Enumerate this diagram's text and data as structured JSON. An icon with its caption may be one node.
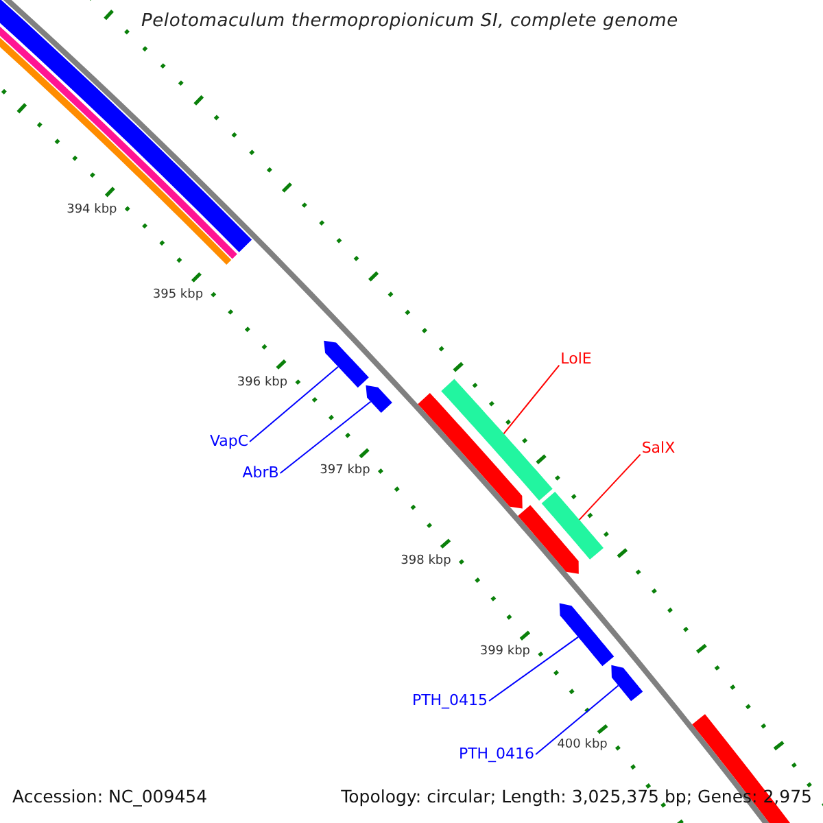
{
  "diagram": {
    "title": "Pelotomaculum thermopropionicum SI, complete genome",
    "nodes": [
      {
        "text": [
          "VapC"
        ]
      },
      {
        "text": [
          "AbrB"
        ]
      },
      {
        "text": [
          "LolE"
        ]
      },
      {
        "text": [
          "SalX"
        ]
      },
      {
        "text": [
          "PTH_0415"
        ]
      },
      {
        "text": [
          "PTH_0416"
        ]
      },
      {
        "text": [],
        "shape": "arrow"
      },
      {
        "text": [],
        "shape": "arrow"
      },
      {
        "text": [],
        "shape": "bar"
      },
      {
        "text": [],
        "shape": "bar"
      },
      {
        "text": [],
        "shape": "arrow"
      },
      {
        "text": [],
        "shape": "arrow"
      },
      {
        "text": [],
        "shape": "bar"
      },
      {
        "text": [],
        "shape": "bar"
      },
      {
        "text": [],
        "shape": "bar"
      },
      {
        "text": [],
        "shape": "arrow"
      },
      {
        "text": [],
        "shape": "arrow"
      },
      {
        "text": [],
        "shape": "arrow"
      }
    ],
    "edges": [
      {
        "from": 0,
        "to": 6,
        "arrow": "none"
      },
      {
        "from": 1,
        "to": 7,
        "arrow": "none"
      },
      {
        "from": 2,
        "to": 8,
        "arrow": "none",
        "color": "#ff0000"
      },
      {
        "from": 3,
        "to": 9,
        "arrow": "none",
        "color": "#ff0000"
      },
      {
        "from": 4,
        "to": 10,
        "arrow": "none"
      },
      {
        "from": 5,
        "to": 11,
        "arrow": "none"
      }
    ],
    "labels": [
      "394 kbp",
      "395 kbp",
      "396 kbp",
      "397 kbp",
      "398 kbp",
      "399 kbp",
      "400 kbp",
      "Accession: NC_009454",
      "Topology: circular; Length: 3,025,375 bp; Genes: 2,975"
    ]
  }
}
